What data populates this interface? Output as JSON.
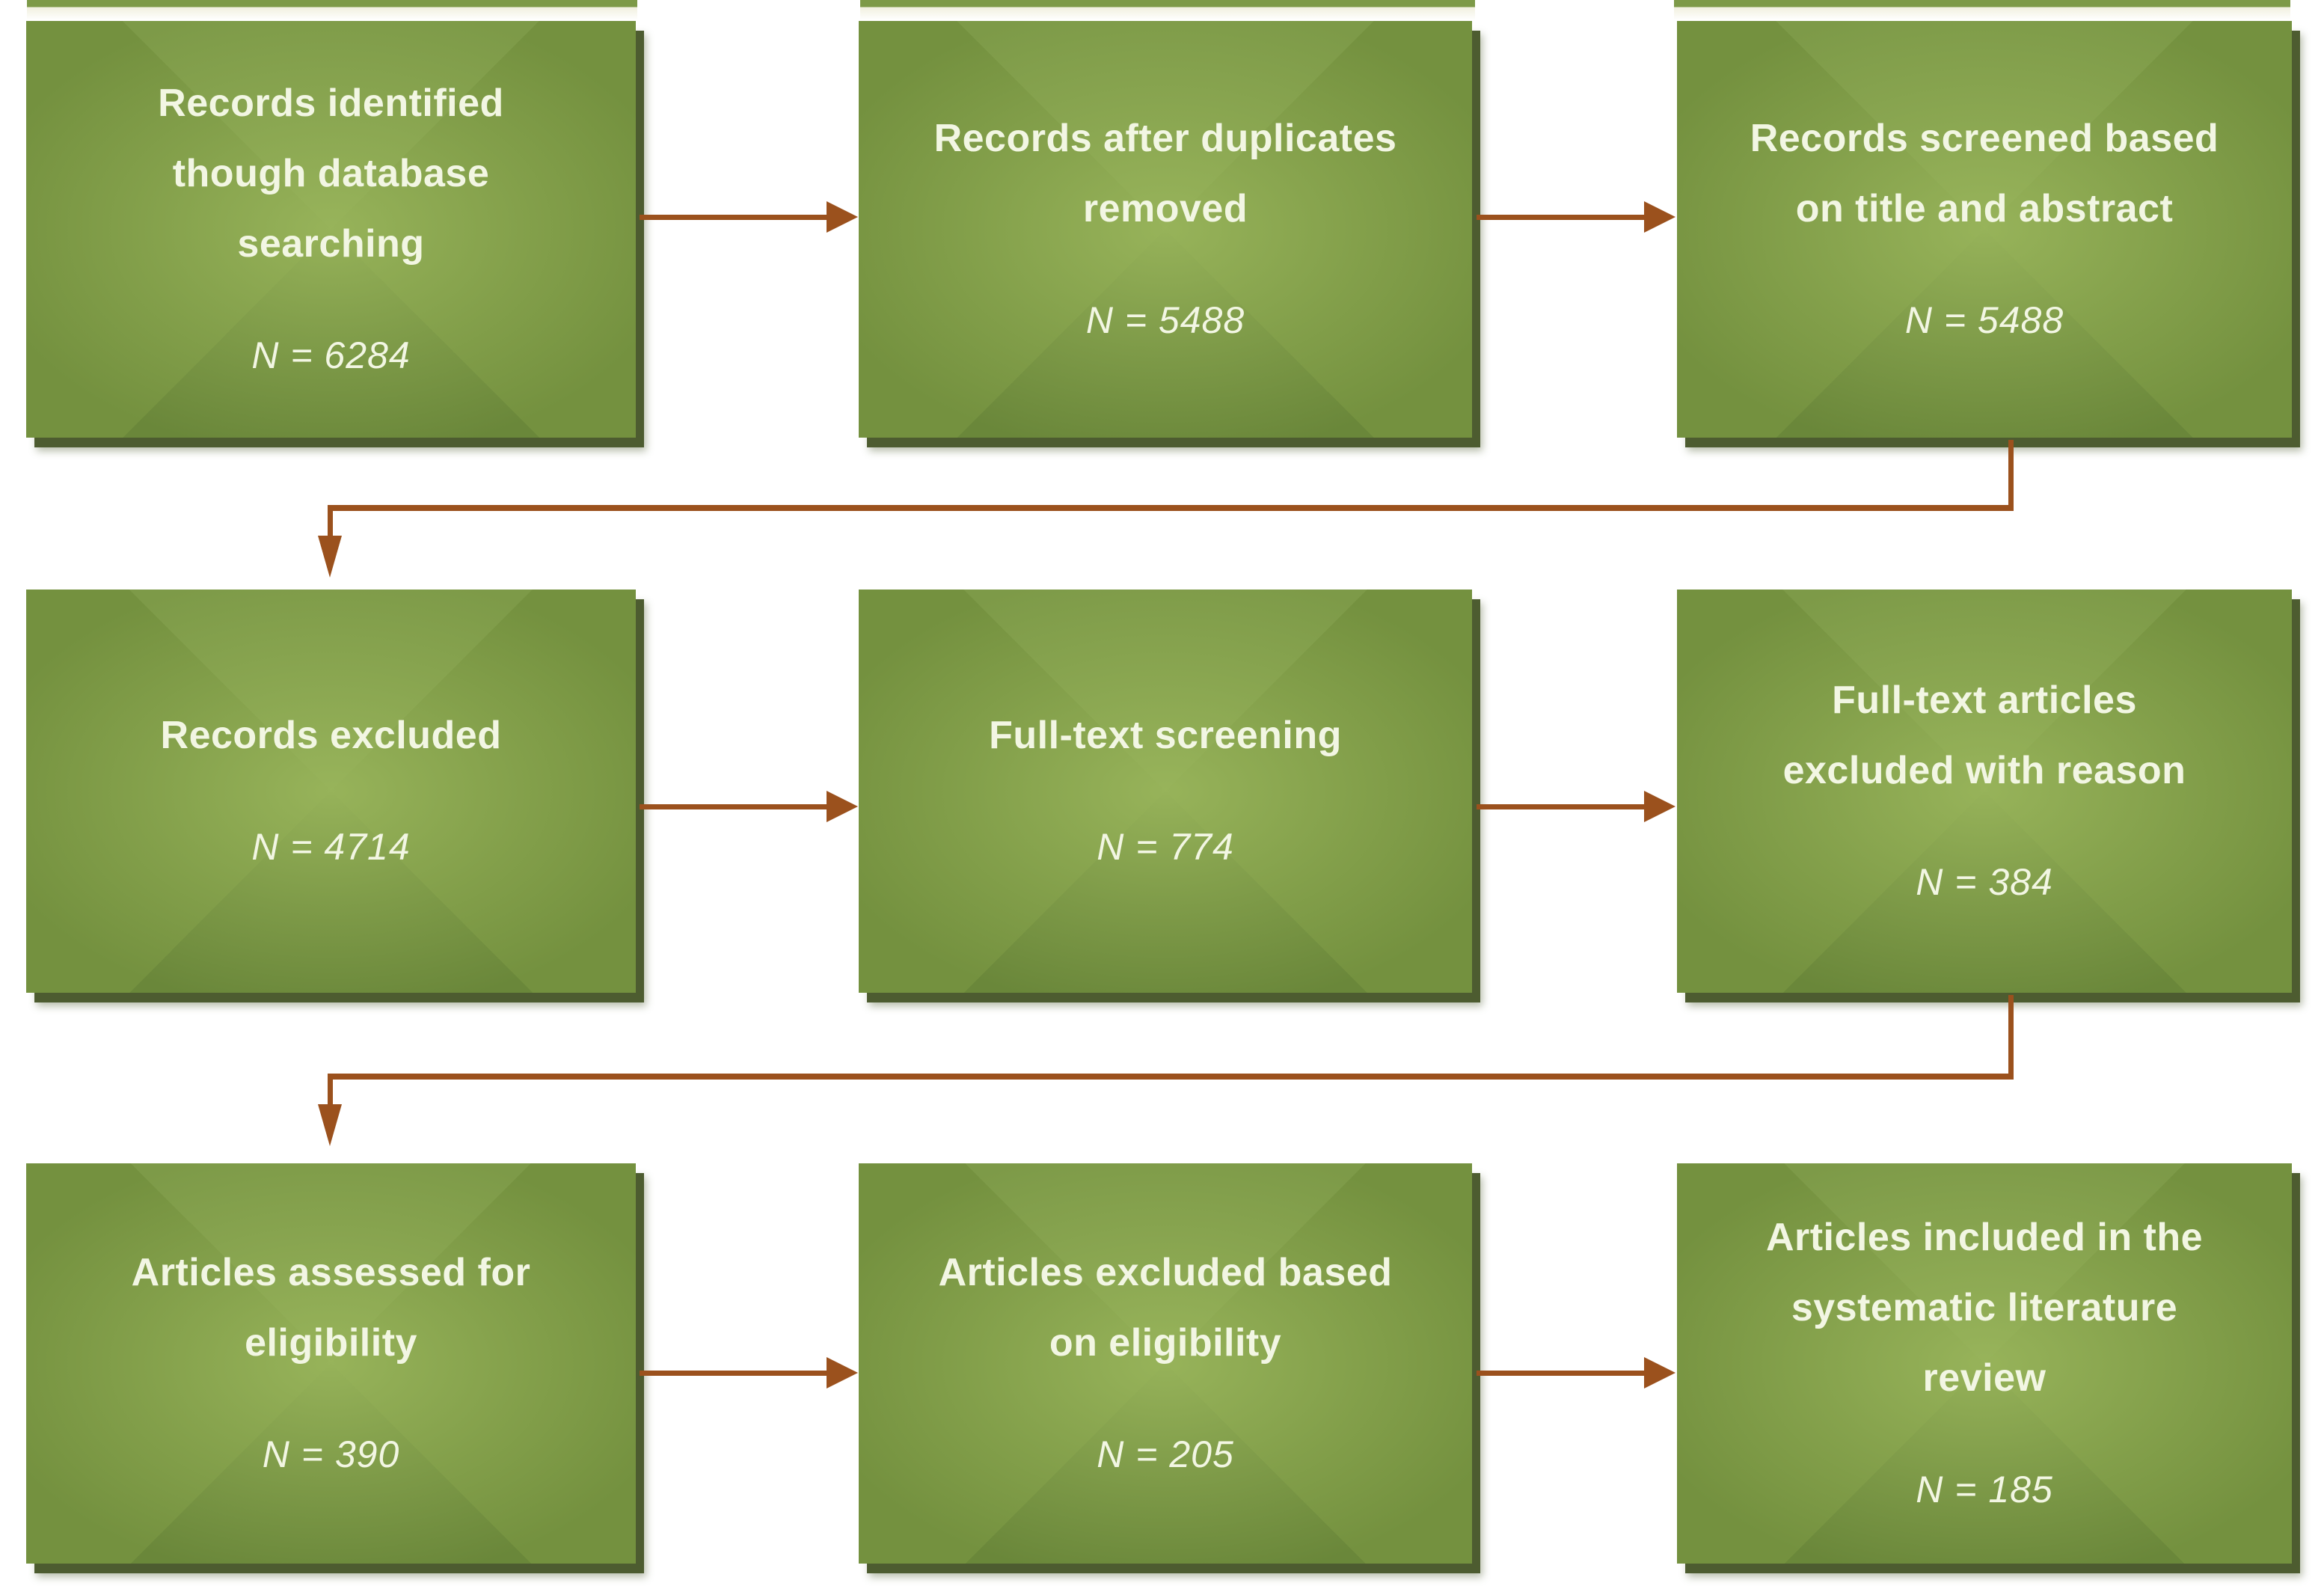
{
  "boxes": [
    {
      "title": "Records identified\nthough database\nsearching",
      "count": "N = 6284"
    },
    {
      "title": "Records after duplicates\nremoved",
      "count": "N = 5488"
    },
    {
      "title": "Records screened based\non title and abstract",
      "count": "N = 5488"
    },
    {
      "title": "Records excluded",
      "count": "N = 4714"
    },
    {
      "title": "Full-text screening",
      "count": "N = 774"
    },
    {
      "title": "Full-text articles\nexcluded with reason",
      "count": "N = 384"
    },
    {
      "title": "Articles assessed for\neligibility",
      "count": "N = 390"
    },
    {
      "title": "Articles excluded based\non eligibility",
      "count": "N = 205"
    },
    {
      "title": "Articles included in the\nsystematic literature\nreview",
      "count": "N = 185"
    }
  ],
  "colors": {
    "background": "#ffffff",
    "box_face_top": "#7d9a48",
    "box_face_side": "#74913f",
    "box_face_bottom": "#6a873a",
    "box_center_glow": "#9ab65c",
    "box_shadow_col": "#4d5c30",
    "text_col": "#f2f6e3",
    "arrow_col": "#9b511d"
  }
}
